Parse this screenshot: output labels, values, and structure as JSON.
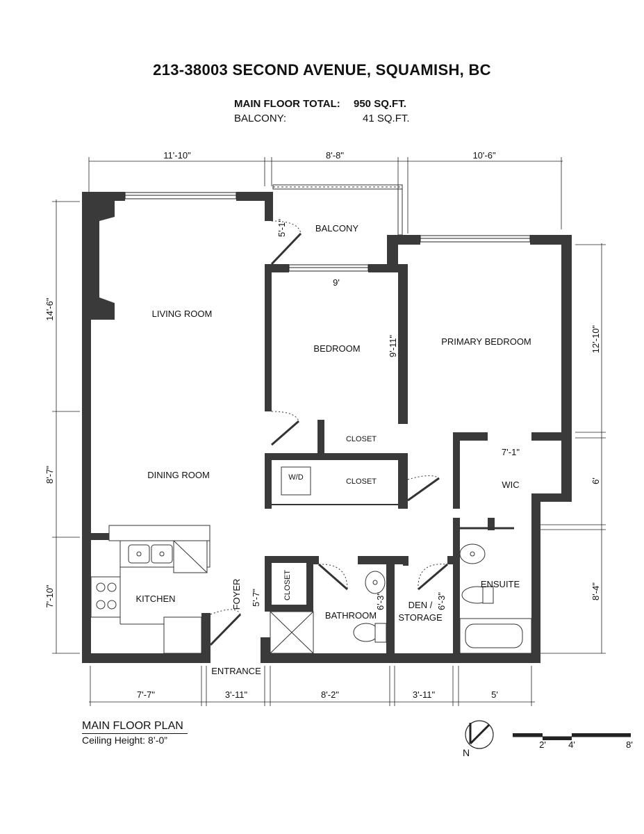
{
  "header": {
    "address": "213-38003 SECOND AVENUE, SQUAMISH, BC",
    "main_floor_label": "MAIN FLOOR TOTAL:",
    "main_floor_value": "950 SQ.FT.",
    "balcony_label": "BALCONY:",
    "balcony_value": "41 SQ.FT."
  },
  "rooms": {
    "living": "LIVING ROOM",
    "dining": "DINING ROOM",
    "kitchen": "KITCHEN",
    "balcony": "BALCONY",
    "bedroom": "BEDROOM",
    "primary_bedroom": "PRIMARY BEDROOM",
    "closet_bed": "CLOSET",
    "closet_laundry": "CLOSET",
    "laundry": "W/D",
    "wic": "WIC",
    "ensuite": "ENSUITE",
    "bathroom": "BATHROOM",
    "den_line1": "DEN /",
    "den_line2": "STORAGE",
    "foyer": "FOYER",
    "closet_foyer": "CLOSET",
    "entrance": "ENTRANCE"
  },
  "dimensions": {
    "top": [
      "11'-10\"",
      "8'-8\"",
      "10'-6\""
    ],
    "left": [
      "14'-6\"",
      "8'-7\"",
      "7'-10\""
    ],
    "right": [
      "12'-10\"",
      "6'",
      "8'-4\""
    ],
    "bottom": [
      "7'-7\"",
      "3'-11\"",
      "8'-2\"",
      "3'-11\"",
      "5'"
    ],
    "interior": {
      "balcony_door": "5'-1\"",
      "bedroom_width": "9'",
      "bedroom_depth": "9'-11\"",
      "wic_width": "7'-1\"",
      "foyer_depth": "5'-7\"",
      "bathroom_depth": "6'-3\"",
      "den_depth": "6'-3\""
    }
  },
  "footer": {
    "plan_title": "MAIN FLOOR PLAN",
    "ceiling_height": "Ceiling Height: 8’-0”",
    "north_label": "N",
    "scale_labels": [
      "2'",
      "4'",
      "8'"
    ]
  }
}
